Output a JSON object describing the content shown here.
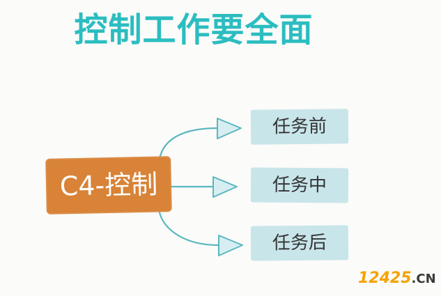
{
  "diagram": {
    "title": "控制工作要全面",
    "root": {
      "label": "C4-控制"
    },
    "children": [
      {
        "label": "任务前"
      },
      {
        "label": "任务中"
      },
      {
        "label": "任务后"
      }
    ],
    "colors": {
      "title": "#2bbdc0",
      "root_fill": "#d88337",
      "root_text": "#ffffff",
      "child_fill": "#c8e5ea",
      "child_text": "#333333",
      "connector": "#5bb7bf",
      "arrow_fill": "#d6eef2"
    }
  },
  "watermark": {
    "number": "12425",
    "tld": ".CN"
  }
}
